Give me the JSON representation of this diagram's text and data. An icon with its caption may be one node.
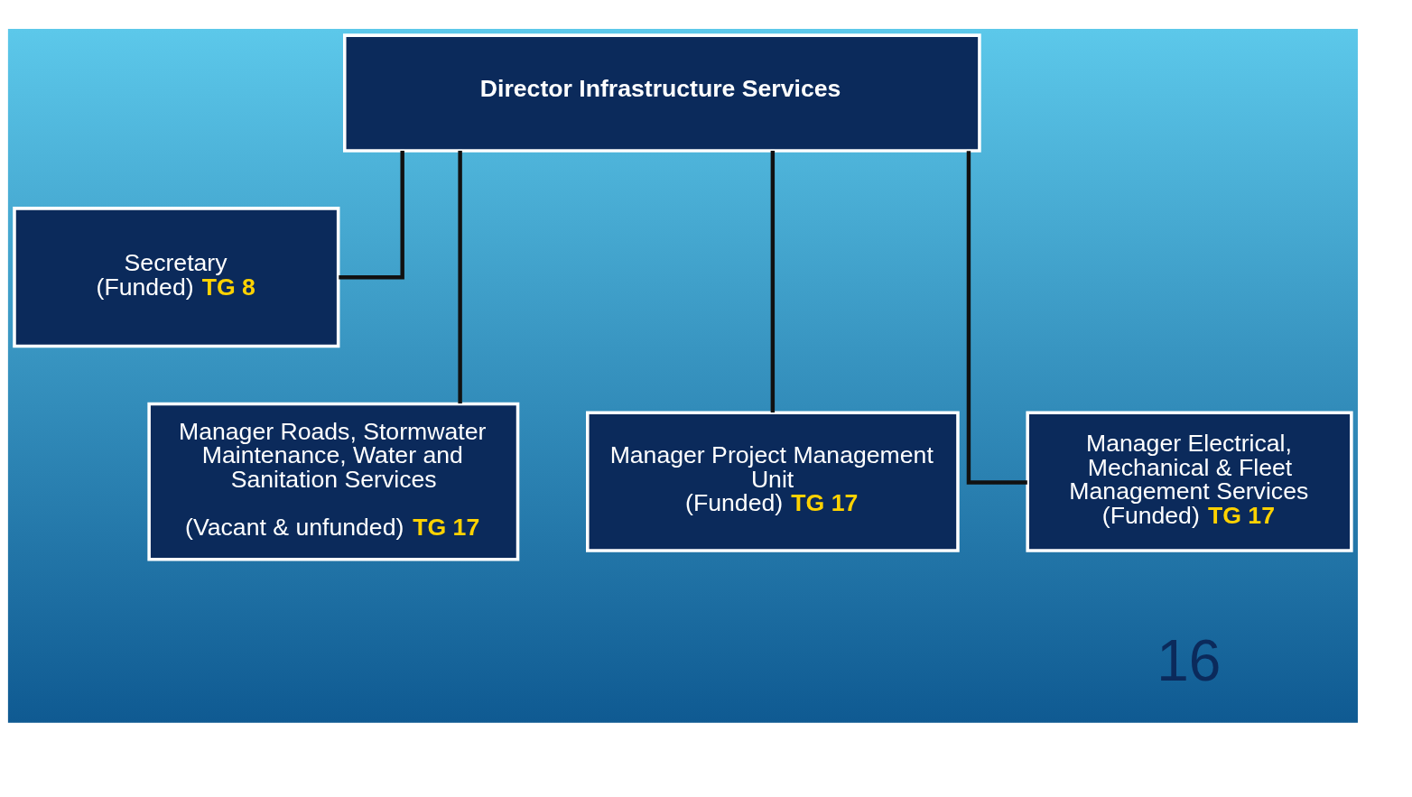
{
  "diagram": {
    "nodes": [
      {
        "text": [
          "Director Infrastructure Services"
        ]
      },
      {
        "text": [
          "Secretary",
          "(Funded)",
          "TG 8"
        ]
      },
      {
        "text": [
          "Manager Roads, Stormwater Maintenance, Water and Sanitation Services",
          "(Vacant & unfunded)",
          "TG 17"
        ]
      },
      {
        "text": [
          "Manager Project Management Unit",
          "(Funded)",
          "TG 17"
        ]
      },
      {
        "text": [
          "Manager Electrical, Mechanical & Fleet Management Services",
          "(Funded)",
          "TG 17"
        ]
      }
    ],
    "edges": [
      {
        "from": 0,
        "to": 1,
        "arrow": "none"
      },
      {
        "from": 0,
        "to": 2,
        "arrow": "none"
      },
      {
        "from": 0,
        "to": 3,
        "arrow": "none"
      },
      {
        "from": 0,
        "to": 4,
        "arrow": "none"
      }
    ],
    "labels": [
      "16"
    ]
  }
}
